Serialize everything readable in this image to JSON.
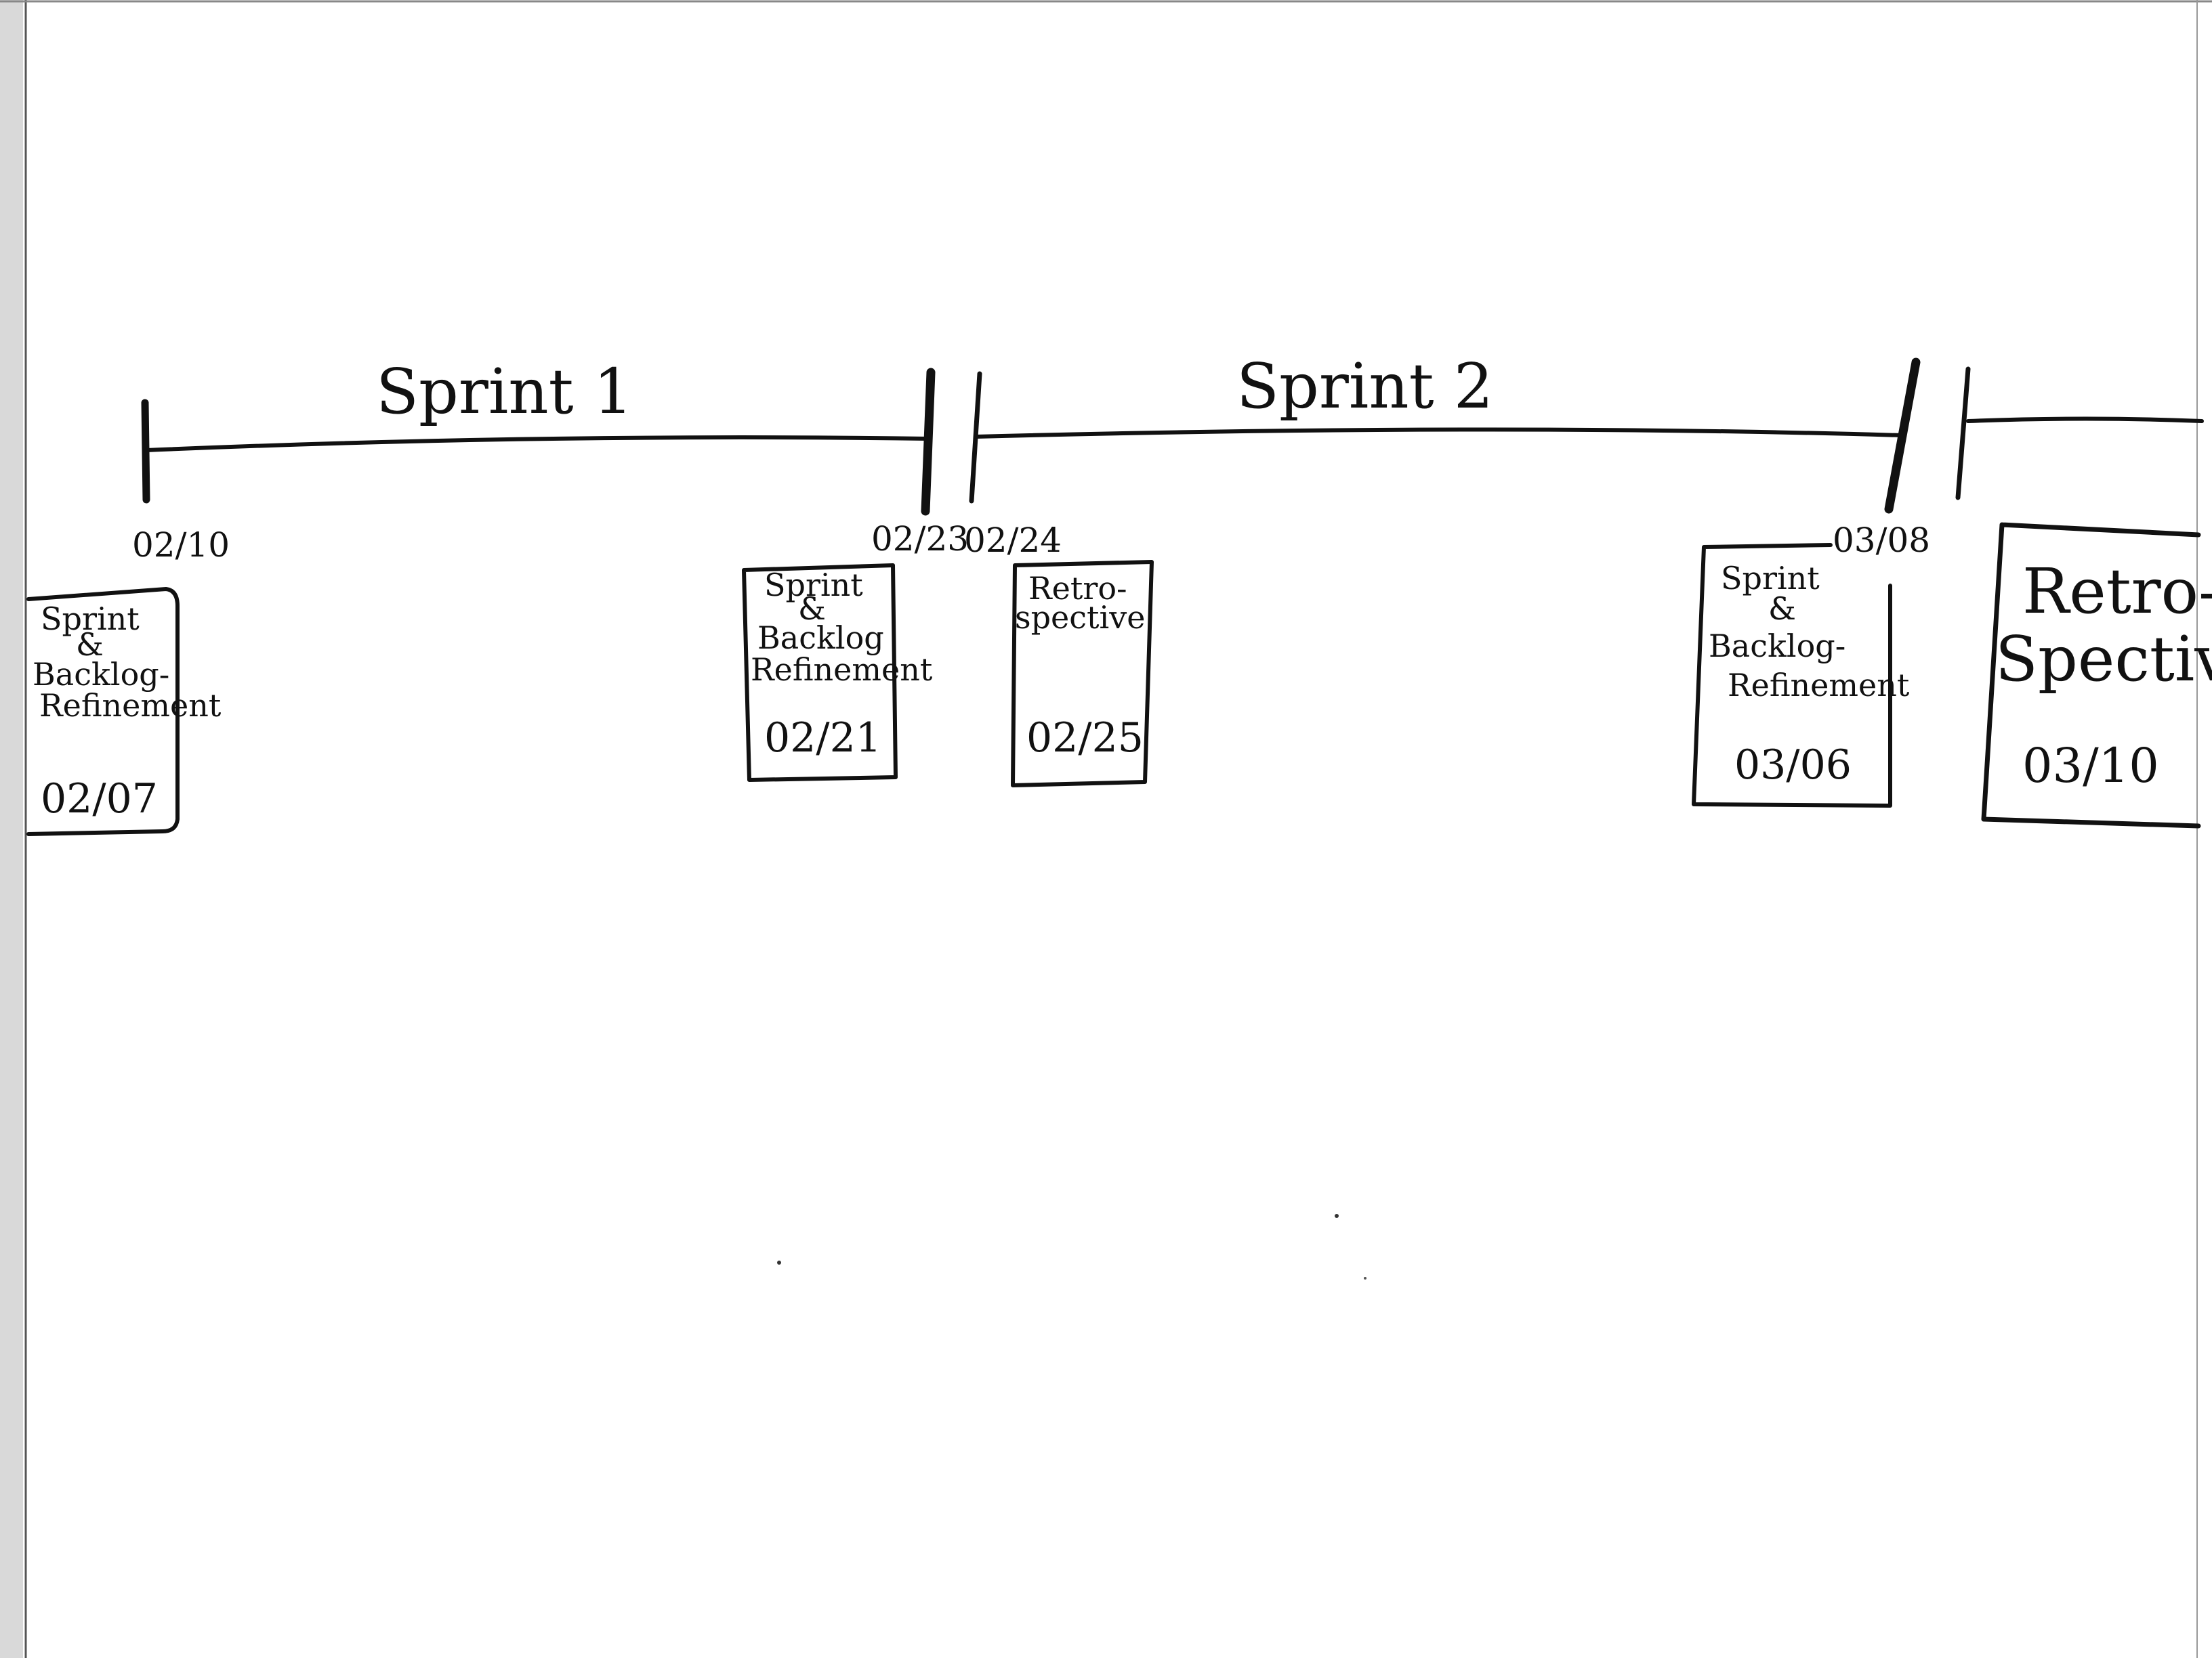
{
  "sprints": [
    {
      "title": "Sprint 1",
      "start_date": "02/10",
      "end_date": "02/23"
    },
    {
      "title": "Sprint 2",
      "start_date": "02/24",
      "end_date": "03/08"
    }
  ],
  "cards": [
    {
      "lines": [
        "Sprint",
        "&",
        "Backlog-",
        "Refinement"
      ],
      "date": "02/07"
    },
    {
      "lines": [
        "Sprint",
        "&",
        "Backlog",
        "Refinement"
      ],
      "date": "02/21"
    },
    {
      "lines": [
        "Retro-",
        "spective"
      ],
      "date": "02/25"
    },
    {
      "lines": [
        "Sprint",
        "&",
        "Backlog-",
        "Refinement"
      ],
      "date": "03/06"
    },
    {
      "lines": [
        "Retro-",
        "Spective"
      ],
      "date": "03/10"
    }
  ]
}
